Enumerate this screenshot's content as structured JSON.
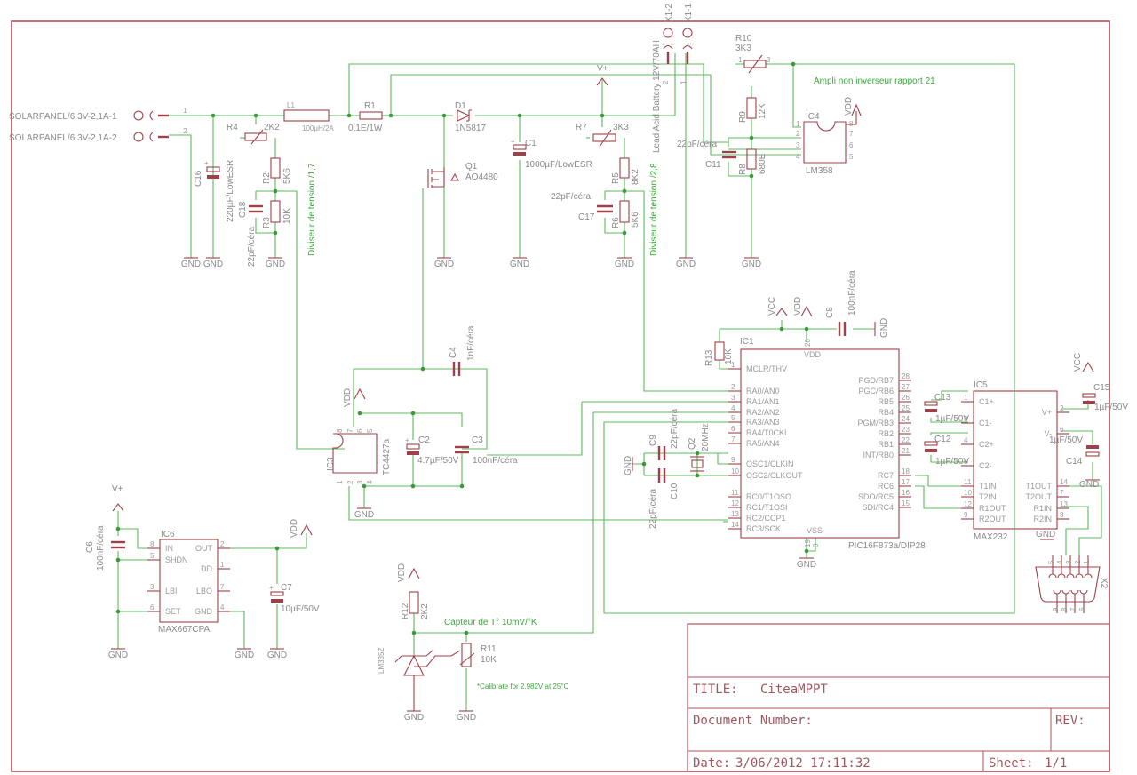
{
  "title_block": {
    "title_label": "TITLE:",
    "title_value": "CiteaMPPT",
    "docnum_label": "Document Number:",
    "rev_label": "REV:",
    "date_label": "Date:",
    "date_value": "3/06/2012 17:11:32",
    "sheet_label": "Sheet:",
    "sheet_value": "1/1"
  },
  "notes": {
    "divider1": "Diviseur de tension /1,7",
    "divider2": "Diviseur de tension /2,8",
    "amp": "Ampli non inverseur rapport 21",
    "temp": "Capteur de T° 10mV/°K",
    "calib": "*Calibrate for 2.982V at 25°C"
  },
  "connectors": {
    "solar1": "SOLARPANEL/6,3V-2,1A-1",
    "solar2": "SOLARPANEL/6,3V-2,1A-2",
    "x1_2": "X1-2",
    "x1_1": "X1-1",
    "battery": "Lead Acid Battery 12V/70AH",
    "x2": "X2"
  },
  "components": {
    "L1": {
      "name": "L1",
      "value": "100µH/2A"
    },
    "R1": {
      "name": "R1",
      "value": "0,1E/1W"
    },
    "D1": {
      "name": "D1",
      "value": "1N5817"
    },
    "C1": {
      "name": "C1",
      "value": "1000µF/LowESR"
    },
    "Q1": {
      "name": "Q1",
      "value": "AO4480"
    },
    "R4": {
      "name": "R4",
      "value": "2K2"
    },
    "R2": {
      "name": "R2",
      "value": "5K6"
    },
    "R3": {
      "name": "R3",
      "value": "10K"
    },
    "C16": {
      "name": "C16",
      "value": "220µF/LowESR"
    },
    "C18": {
      "name": "C18",
      "value": "22pF/céra"
    },
    "R7": {
      "name": "R7",
      "value": "3K3"
    },
    "R5": {
      "name": "R5",
      "value": "8K2"
    },
    "R6": {
      "name": "R6",
      "value": "5K6"
    },
    "C17": {
      "name": "C17",
      "value": "22pF/céra"
    },
    "R10": {
      "name": "R10",
      "value": "3K3"
    },
    "R9": {
      "name": "R9",
      "value": "12K"
    },
    "R8": {
      "name": "R8",
      "value": "680E"
    },
    "C11": {
      "name": "C11",
      "value": "22pF/céra"
    },
    "IC4": {
      "name": "IC4",
      "value": "LM358"
    },
    "IC1": {
      "name": "IC1",
      "value": "PIC16F873a/DIP28"
    },
    "R13": {
      "name": "R13",
      "value": "10K"
    },
    "C8": {
      "name": "C8",
      "value": "100nF/céra"
    },
    "C9": {
      "name": "C9",
      "value": "22pF/céra"
    },
    "C10": {
      "name": "C10",
      "value": "22pF/céra"
    },
    "Q2": {
      "name": "Q2",
      "value": "20MHz"
    },
    "IC3": {
      "name": "IC3",
      "value": "TC4427a"
    },
    "C4": {
      "name": "C4",
      "value": "1nF/céra"
    },
    "C2": {
      "name": "C2",
      "value": "4.7µF/50V"
    },
    "C3": {
      "name": "C3",
      "value": "100nF/céra"
    },
    "IC5": {
      "name": "IC5",
      "value": "MAX232"
    },
    "C13": {
      "name": "C13",
      "value": "1µF/50V"
    },
    "C12": {
      "name": "C12",
      "value": "1µF/50V"
    },
    "C15": {
      "name": "C15",
      "value": "1µF/50V"
    },
    "C14": {
      "name": "C14",
      "value": "1µF/50V"
    },
    "IC6": {
      "name": "IC6",
      "value": "MAX667CPA"
    },
    "C6": {
      "name": "C6",
      "value": "100nF/céra"
    },
    "C7": {
      "name": "C7",
      "value": "10µF/50V"
    },
    "R12": {
      "name": "R12",
      "value": "2K2"
    },
    "R11": {
      "name": "R11",
      "value": "10K"
    },
    "U_temp": {
      "name": "LM335Z"
    }
  },
  "supplies": {
    "gnd": "GND",
    "vdd": "VDD",
    "vcc": "VCC",
    "vplus": "V+"
  },
  "ic1_pins_left": [
    {
      "num": "1",
      "name": "MCLR/THV"
    },
    {
      "num": "2",
      "name": "RA0/AN0"
    },
    {
      "num": "3",
      "name": "RA1/AN1"
    },
    {
      "num": "4",
      "name": "RA2/AN2"
    },
    {
      "num": "5",
      "name": "RA3/AN3"
    },
    {
      "num": "6",
      "name": "RA4/T0CKI"
    },
    {
      "num": "7",
      "name": "RA5/AN4"
    },
    {
      "num": "9",
      "name": "OSC1/CLKIN"
    },
    {
      "num": "10",
      "name": "OSC2/CLKOUT"
    },
    {
      "num": "11",
      "name": "RC0/T1OSO"
    },
    {
      "num": "12",
      "name": "RC1/T1OSI"
    },
    {
      "num": "13",
      "name": "RC2/CCP1"
    },
    {
      "num": "14",
      "name": "RC3/SCK"
    }
  ],
  "ic1_pins_right": [
    {
      "num": "28",
      "name": "PGD/RB7"
    },
    {
      "num": "27",
      "name": "PGC/RB6"
    },
    {
      "num": "26",
      "name": "RB5"
    },
    {
      "num": "25",
      "name": "RB4"
    },
    {
      "num": "24",
      "name": "PGM/RB3"
    },
    {
      "num": "23",
      "name": "RB2"
    },
    {
      "num": "22",
      "name": "RB1"
    },
    {
      "num": "21",
      "name": "INT/RB0"
    },
    {
      "num": "18",
      "name": "RC7"
    },
    {
      "num": "17",
      "name": "RC6"
    },
    {
      "num": "16",
      "name": "SDO/RC5"
    },
    {
      "num": "15",
      "name": "SDI/RC4"
    }
  ],
  "ic1_misc": {
    "vdd": "VDD",
    "vss": "VSS",
    "pin20": "20",
    "pin19": "19",
    "pin8": "8"
  },
  "ic5_pins_left": [
    {
      "num": "1",
      "name": "C1+"
    },
    {
      "num": "3",
      "name": "C1-"
    },
    {
      "num": "4",
      "name": "C2+"
    },
    {
      "num": "5",
      "name": "C2-"
    },
    {
      "num": "11",
      "name": "T1IN"
    },
    {
      "num": "10",
      "name": "T2IN"
    },
    {
      "num": "12",
      "name": "R1OUT"
    },
    {
      "num": "9",
      "name": "R2OUT"
    }
  ],
  "ic5_pins_right": [
    {
      "num": "2",
      "name": "V+"
    },
    {
      "num": "6",
      "name": "V-"
    },
    {
      "num": "14",
      "name": "T1OUT"
    },
    {
      "num": "7",
      "name": "T2OUT"
    },
    {
      "num": "13",
      "name": "R1IN"
    },
    {
      "num": "8",
      "name": "R2IN"
    }
  ],
  "ic6_pins_left": [
    {
      "num": "8",
      "name": "IN"
    },
    {
      "num": "5",
      "name": "SHDN"
    },
    {
      "num": "3",
      "name": "LBI"
    },
    {
      "num": "6",
      "name": "SET"
    }
  ],
  "ic6_pins_right": [
    {
      "num": "2",
      "name": "OUT"
    },
    {
      "num": "1",
      "name": "DD"
    },
    {
      "num": "7",
      "name": "LBO"
    },
    {
      "num": "4",
      "name": "GND"
    }
  ],
  "ic4_pins": [
    "1",
    "2",
    "3",
    "4",
    "8",
    "7",
    "6",
    "5"
  ],
  "ic3_pins": [
    "8",
    "7",
    "6",
    "5",
    "1",
    "2",
    "3",
    "4"
  ],
  "x2_pins_top": [
    "5",
    "4",
    "3",
    "2",
    "1"
  ],
  "x2_pins_bottom": [
    "9",
    "8",
    "7",
    "6"
  ]
}
